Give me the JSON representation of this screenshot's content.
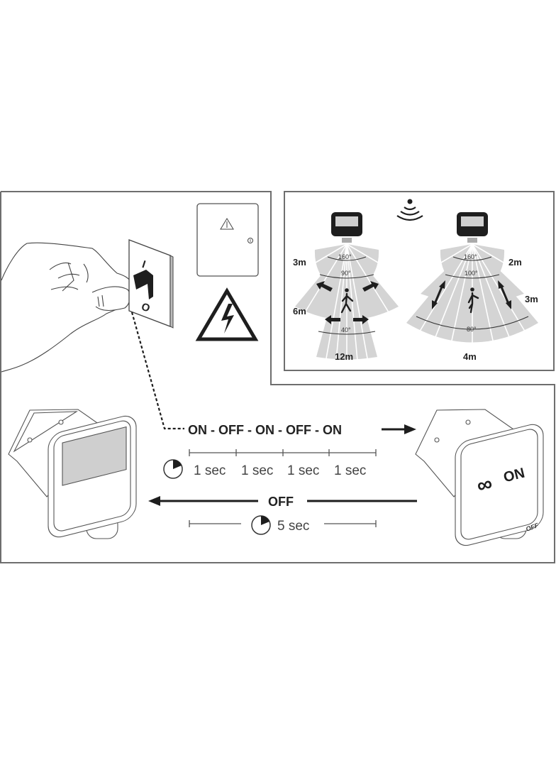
{
  "colors": {
    "frame": "#6e6e6e",
    "ink": "#1e1e1e",
    "beam": "#d4d4d4",
    "beam_line": "#ffffff",
    "lens": "#cfcfcf"
  },
  "panel_left": {
    "switch": {
      "on_label": "I",
      "off_label": "O"
    },
    "icons": [
      "hand-icon",
      "wall-switch-icon",
      "electrical-box-icon",
      "high-voltage-warning-icon"
    ]
  },
  "panel_right": {
    "icons": [
      "sensor-wave-icon"
    ],
    "left_sensor": {
      "distance_near": "3m",
      "distance_mid": "6m",
      "distance_far": "12m",
      "angle_outer": "160°",
      "angle_mid": "90°",
      "angle_inner": "40°",
      "motion": "tangential"
    },
    "right_sensor": {
      "distance_near": "2m",
      "distance_mid": "3m",
      "distance_far": "4m",
      "angle_outer": "160°",
      "angle_mid": "100°",
      "angle_inner": "80°",
      "motion": "radial"
    }
  },
  "sequence": {
    "top_label": "ON - OFF - ON - OFF - ON",
    "intervals": [
      "1 sec",
      "1 sec",
      "1 sec",
      "1 sec"
    ],
    "bottom_label": "OFF",
    "bottom_interval": "5 sec"
  },
  "floodlight_right": {
    "screen_label": "ON",
    "infinity_symbol": "∞",
    "sensor_label": "OFF"
  }
}
